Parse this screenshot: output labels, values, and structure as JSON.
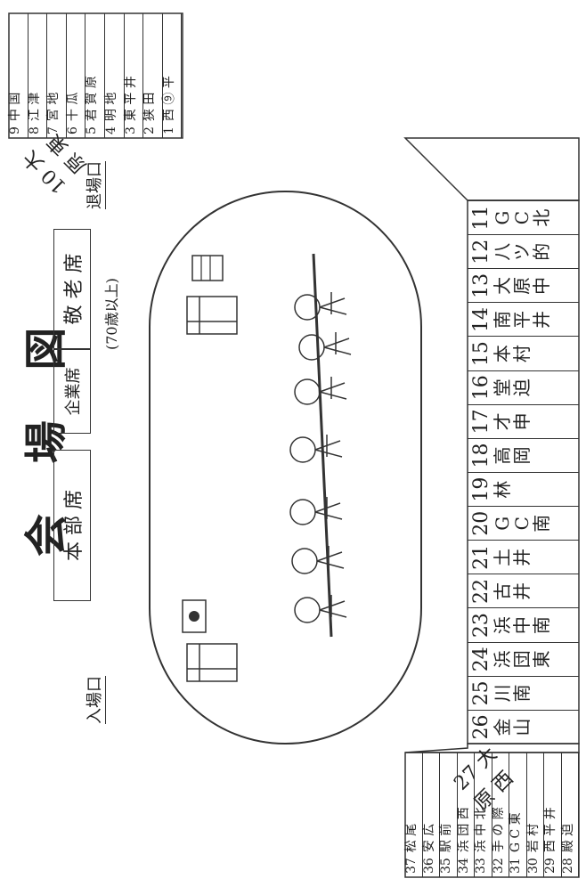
{
  "title": "会 場 図",
  "headers": {
    "honbu": "本 部 席",
    "kigyo": "企業席",
    "keirou": "敬 老 席",
    "keirou_note": "(70歳以上)"
  },
  "entrance": "入場口",
  "exit": "退場口",
  "left_block": [
    {
      "num": "37",
      "name": "松 尾"
    },
    {
      "num": "36",
      "name": "安 広"
    },
    {
      "num": "35",
      "name": "駅 前"
    },
    {
      "num": "34",
      "name": "浜 団 西"
    },
    {
      "num": "33",
      "name": "浜 中 北"
    },
    {
      "num": "32",
      "name": "手 の 際"
    },
    {
      "num": "31",
      "name": "G C 東"
    },
    {
      "num": "30",
      "name": "岩 村"
    },
    {
      "num": "29",
      "name": "西 平 井"
    },
    {
      "num": "28",
      "name": "殿 迫"
    }
  ],
  "corner_bottom": {
    "num": "27",
    "name": "大 原 西"
  },
  "bottom_row": [
    {
      "num": "26",
      "name": "金 山"
    },
    {
      "num": "25",
      "name": "川 南"
    },
    {
      "num": "24",
      "name": "浜 団 東"
    },
    {
      "num": "23",
      "name": "浜 中 南"
    },
    {
      "num": "22",
      "name": "古 井"
    },
    {
      "num": "21",
      "name": "土 井"
    },
    {
      "num": "20",
      "name": "G C 南"
    },
    {
      "num": "19",
      "name": "林"
    },
    {
      "num": "18",
      "name": "高 岡"
    },
    {
      "num": "17",
      "name": "才 申"
    },
    {
      "num": "16",
      "name": "堂 迫"
    },
    {
      "num": "15",
      "name": "本 村"
    },
    {
      "num": "14",
      "name": "南 平 井"
    },
    {
      "num": "13",
      "name": "大 原 中"
    },
    {
      "num": "12",
      "name": "八 ツ 的"
    },
    {
      "num": "11",
      "name": "G C 北"
    }
  ],
  "corner_top": {
    "num": "10",
    "name": "大 原 東"
  },
  "right_block": [
    {
      "num": "9",
      "name": "中 国"
    },
    {
      "num": "8",
      "name": "江 津"
    },
    {
      "num": "7",
      "name": "宮 地"
    },
    {
      "num": "6",
      "name": "十 瓜"
    },
    {
      "num": "5",
      "name": "君 賀 原"
    },
    {
      "num": "4",
      "name": "明 地"
    },
    {
      "num": "3",
      "name": "東 平 井"
    },
    {
      "num": "2",
      "name": "狭 田"
    },
    {
      "num": "1",
      "name": "西 ⑨ 平"
    }
  ]
}
